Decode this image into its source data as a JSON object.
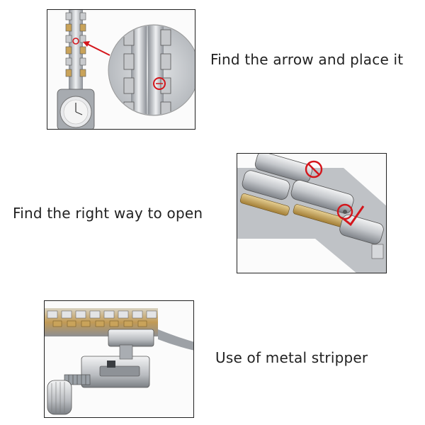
{
  "steps": [
    {
      "caption": "Find the arrow and place it"
    },
    {
      "caption": "Find the right way to open"
    },
    {
      "caption": "Use of metal stripper"
    }
  ],
  "colors": {
    "marker_red": "#d4151b",
    "steel_light": "#e6e7e9",
    "steel_mid": "#b9bcc1",
    "steel_dark": "#6d7177",
    "gold": "#c9a35a",
    "frame_border": "#222222"
  },
  "icons": [
    "arrow-marker-icon",
    "no-entry-icon",
    "check-mark-icon"
  ]
}
